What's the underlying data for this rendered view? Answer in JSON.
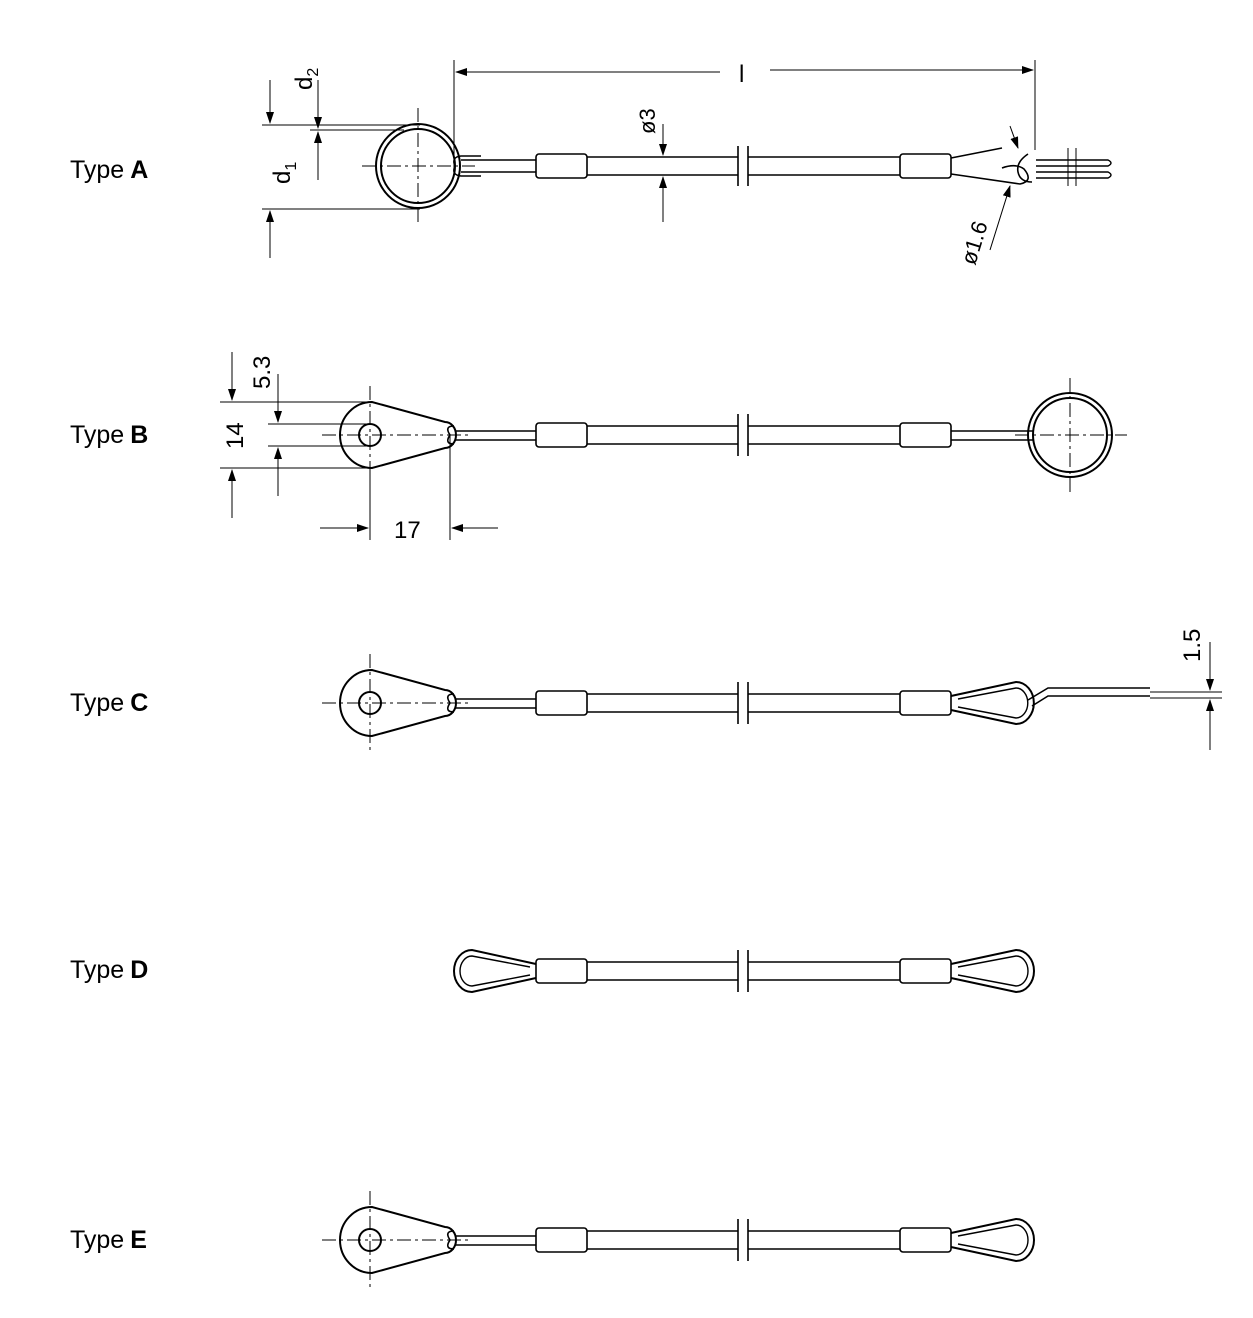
{
  "types": [
    {
      "prefix": "Type",
      "letter": "A"
    },
    {
      "prefix": "Type",
      "letter": "B"
    },
    {
      "prefix": "Type",
      "letter": "C"
    },
    {
      "prefix": "Type",
      "letter": "D"
    },
    {
      "prefix": "Type",
      "letter": "E"
    }
  ],
  "dimensions": {
    "length": "l",
    "d1": "d",
    "d1_sub": "1",
    "d2": "d",
    "d2_sub": "2",
    "cable_diameter": "ø3",
    "wire_diameter": "ø1.6",
    "eyelet_hole": "5.3",
    "eyelet_width": "14",
    "eyelet_length": "17",
    "tab_thickness": "1.5"
  }
}
